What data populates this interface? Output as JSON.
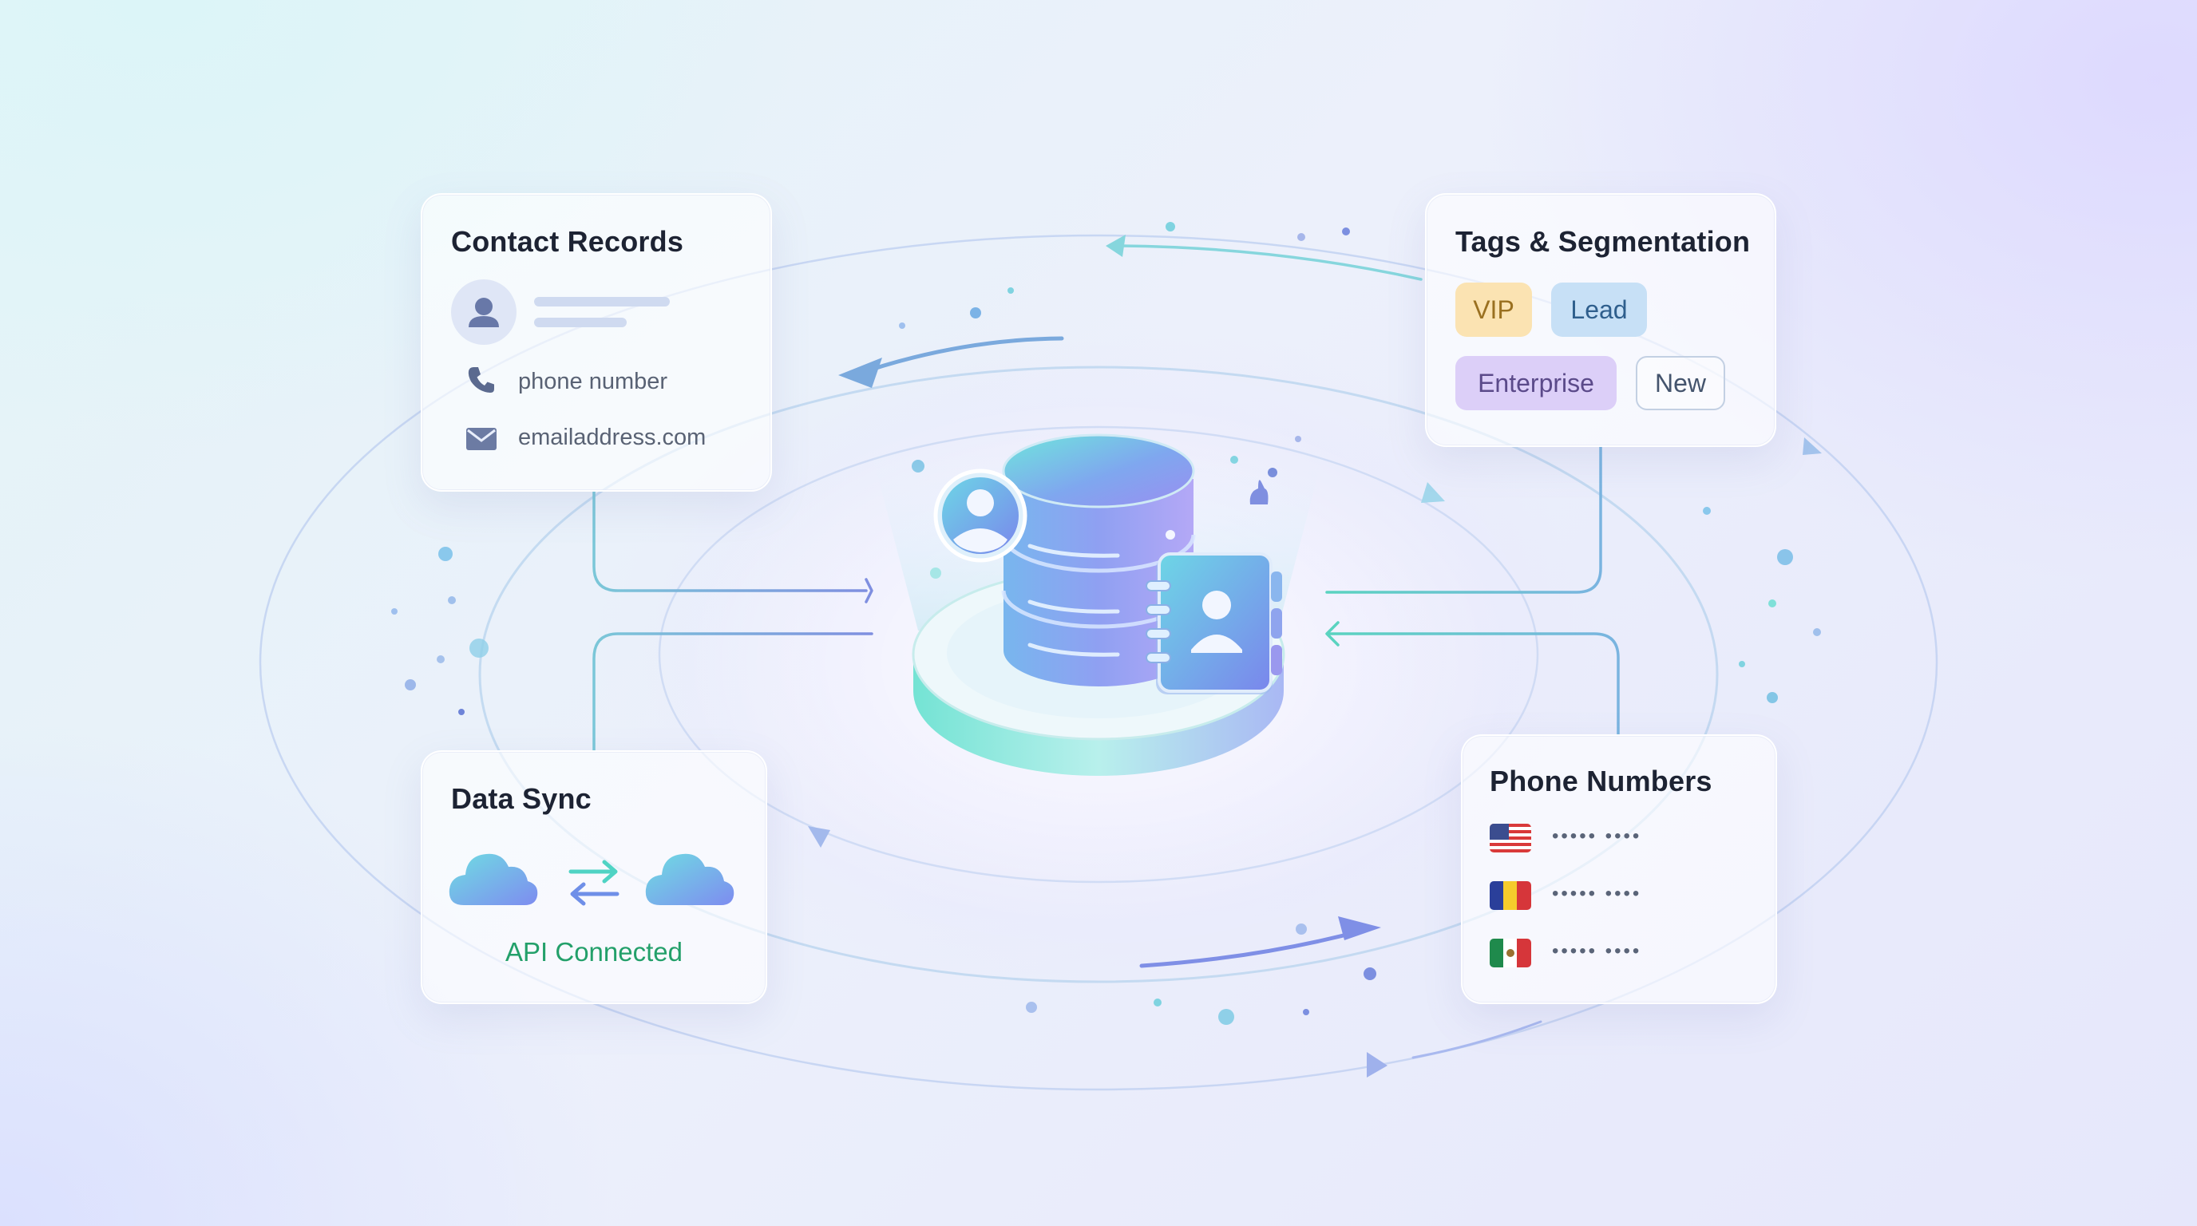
{
  "colors": {
    "accent_teal": "#4fd3c4",
    "accent_blue": "#6f8fe8",
    "accent_violet": "#9a86f0",
    "api_status_green": "#23a06a",
    "tag_vip": "#fbe3b2",
    "tag_lead": "#c7e0f6",
    "tag_enterprise": "#dccff8"
  },
  "contact_records": {
    "title": "Contact Records",
    "phone_label": "phone number",
    "email_label": "emailaddress.com",
    "icons": [
      "user-icon",
      "phone-icon",
      "mail-icon"
    ]
  },
  "tags": {
    "title": "Tags & Segmentation",
    "items": [
      "VIP",
      "Lead",
      "Enterprise",
      "New"
    ]
  },
  "data_sync": {
    "title": "Data Sync",
    "status": "API Connected",
    "icons": [
      "cloud-icon",
      "sync-arrows-icon",
      "cloud-icon"
    ]
  },
  "phone_numbers": {
    "title": "Phone Numbers",
    "rows": [
      {
        "flag": "us-flag-icon",
        "masked": "••••• ••••"
      },
      {
        "flag": "ro-flag-icon",
        "masked": "••••• ••••"
      },
      {
        "flag": "mx-flag-icon",
        "masked": "••••• ••••"
      }
    ]
  },
  "center": {
    "icons": [
      "database-icon",
      "user-badge-icon",
      "address-book-icon"
    ]
  }
}
